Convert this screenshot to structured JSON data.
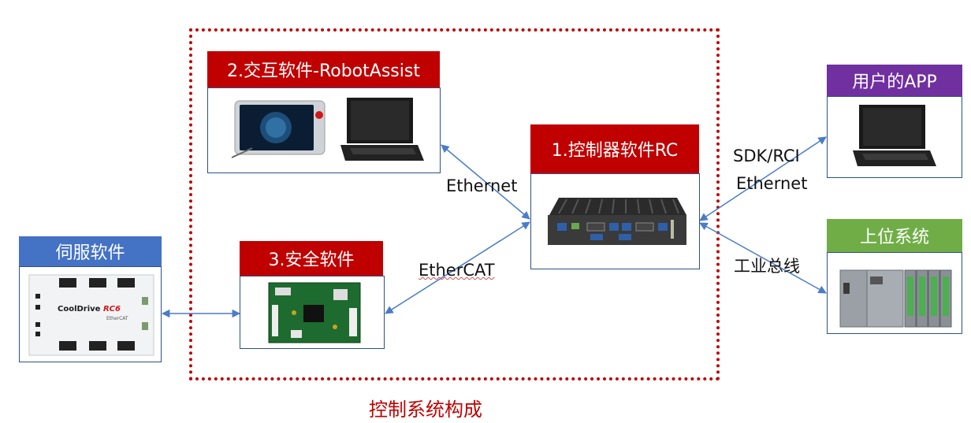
{
  "frame": {
    "caption": "控制系统构成",
    "color": "#c00000"
  },
  "nodes": {
    "interaction_software": {
      "title": "2.交互软件-RobotAssist"
    },
    "controller_software": {
      "title": "1.控制器软件RC"
    },
    "safety_software": {
      "title": "3.安全软件"
    },
    "servo_software": {
      "title": "伺服软件",
      "device_brand": "CoolDrive",
      "device_model": "RC6",
      "device_sub": "EtherCAT"
    },
    "user_app": {
      "title": "用户的APP"
    },
    "host_system": {
      "title": "上位系统"
    }
  },
  "edges": {
    "interaction_to_controller": "Ethernet",
    "safety_to_controller": "EtherCAT",
    "controller_to_user_app_line1": "SDK/RCI",
    "controller_to_user_app_line2": "Ethernet",
    "controller_to_host": "工业总线"
  },
  "colors": {
    "header_red": "#c00000",
    "header_blue": "#4472c4",
    "header_purple": "#7030a0",
    "header_green": "#70ad47",
    "arrow": "#4a7cc7"
  }
}
